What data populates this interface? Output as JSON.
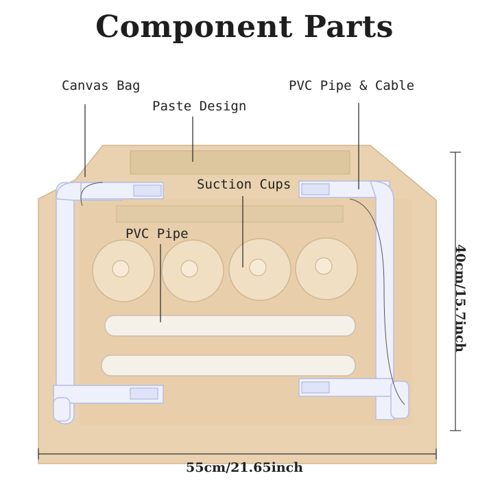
{
  "title": "Component Parts",
  "labels": {
    "canvas_bag": "Canvas Bag",
    "paste_design": "Paste Design",
    "pvc_pipe_cable": "PVC Pipe & Cable",
    "suction_cups": "Suction Cups",
    "pvc_pipe": "PVC Pipe"
  },
  "dimensions": {
    "height": "40cm/15.7inch",
    "width": "55cm/21.65inch"
  },
  "colors": {
    "bag": "#ead2b0",
    "bag_shadow": "#d9bd96",
    "tape": "#dcc79e",
    "pipe": "#eef0fb",
    "pipe_edge": "#b7bde0",
    "cup": "#f1dfc4",
    "text": "#222222"
  }
}
